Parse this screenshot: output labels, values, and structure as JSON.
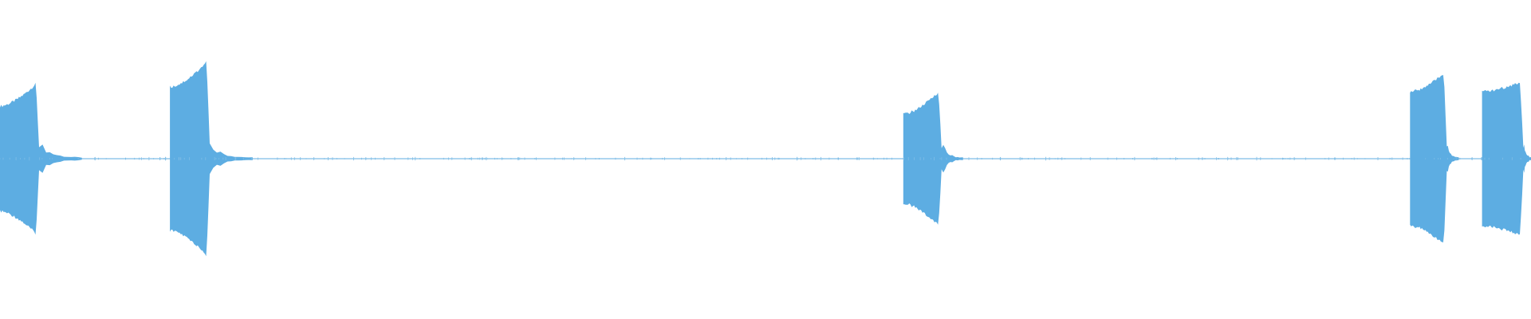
{
  "waveform": {
    "color": "#5dade2",
    "baseline_color": "#7fbde6",
    "duration_fraction_note_free": true,
    "bursts": [
      {
        "start": 0.0,
        "end": 0.0255,
        "peak": 0.49,
        "onset": 0.33,
        "tail": 0.028
      },
      {
        "start": 0.111,
        "end": 0.137,
        "peak": 0.63,
        "onset": 0.45,
        "tail": 0.028
      },
      {
        "start": 0.59,
        "end": 0.615,
        "peak": 0.44,
        "onset": 0.28,
        "tail": 0.014
      },
      {
        "start": 0.921,
        "end": 0.945,
        "peak": 0.55,
        "onset": 0.42,
        "tail": 0.008
      },
      {
        "start": 0.968,
        "end": 0.995,
        "peak": 0.49,
        "onset": 0.42,
        "tail": 0.006
      }
    ]
  }
}
